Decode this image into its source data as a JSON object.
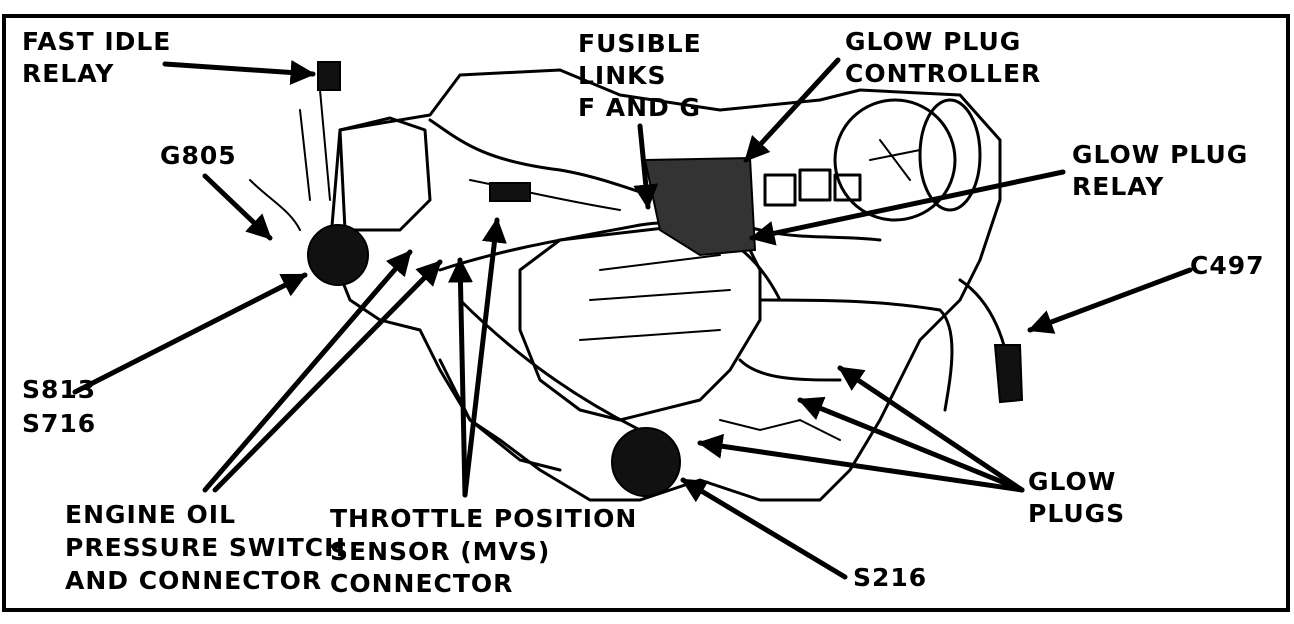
{
  "labels": {
    "fast_idle_relay": [
      "FAST IDLE",
      "RELAY"
    ],
    "g805": "G805",
    "fusible_links": [
      "FUSIBLE",
      "LINKS",
      "F AND G"
    ],
    "glow_plug_controller": [
      "GLOW PLUG",
      "CONTROLLER"
    ],
    "glow_plug_relay": [
      "GLOW PLUG",
      "RELAY"
    ],
    "c497": "C497",
    "s813_s716": [
      "S813",
      "S716"
    ],
    "engine_oil_pressure": [
      "ENGINE OIL",
      "PRESSURE SWITCH",
      "AND CONNECTOR"
    ],
    "throttle_position": [
      "THROTTLE POSITION",
      "SENSOR (MVS)",
      "CONNECTOR"
    ],
    "glow_plugs": [
      "GLOW",
      "PLUGS"
    ],
    "s216": "S216"
  }
}
